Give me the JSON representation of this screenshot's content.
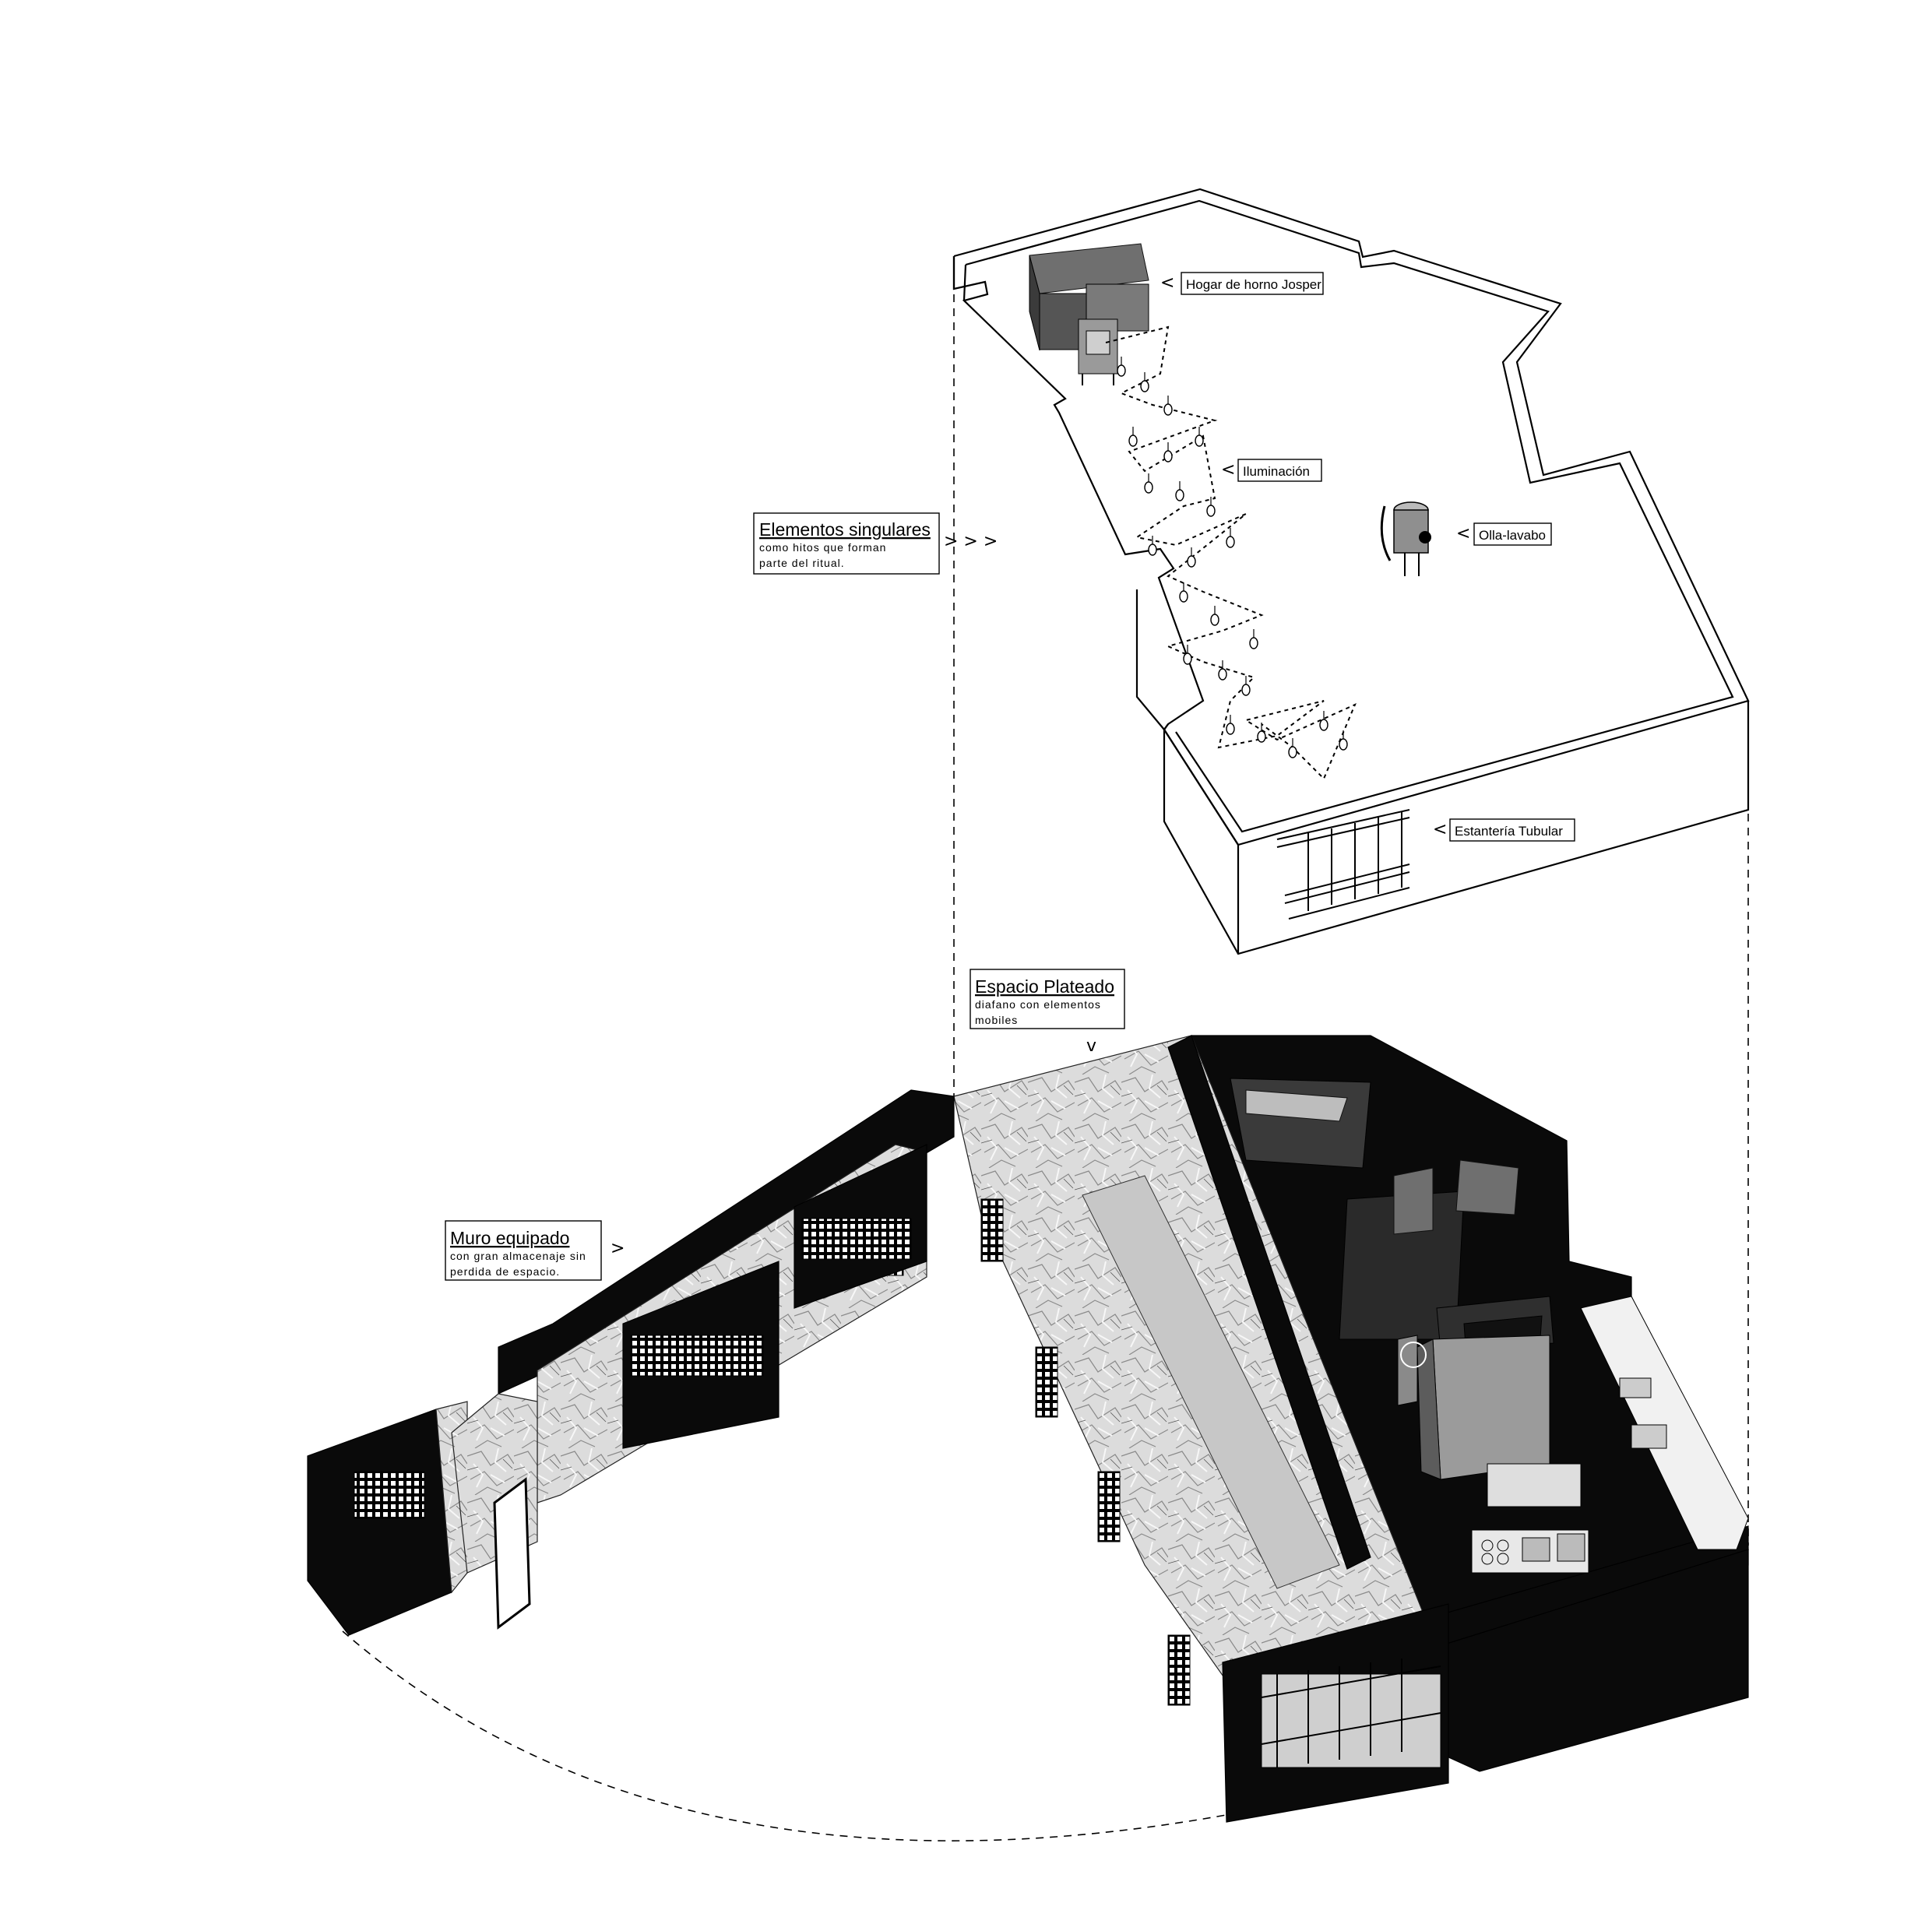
{
  "callouts": {
    "elementos": {
      "title": "Elementos singulares",
      "line1": "como hitos que forman",
      "line2": "parte del ritual.",
      "arrow": "> > >"
    },
    "espacio": {
      "title": "Espacio Plateado",
      "line1": "diafano con elementos",
      "line2": "mobiles",
      "arrow": "v"
    },
    "muro": {
      "title": "Muro equipado",
      "line1": "con gran almacenaje sin",
      "line2": "perdida de espacio.",
      "arrow": ">"
    }
  },
  "tags": {
    "hogar": {
      "label": "Hogar de horno Josper",
      "arrow": "<"
    },
    "iluminacion": {
      "label": "Iluminación",
      "arrow": "<"
    },
    "olla": {
      "label": "Olla-lavabo",
      "arrow": "<"
    },
    "estanteria": {
      "label": "Estantería Tubular",
      "arrow": "<"
    }
  },
  "icons": [
    "josper-oven-icon",
    "pendant-lamp-icon",
    "pot-sink-icon",
    "tubular-shelf-icon",
    "door-icon",
    "stove-icon"
  ],
  "colors": {
    "ink": "#000000",
    "wall_black": "#0a0a0a",
    "foil_silver": "#d9d9d9",
    "paper": "#ffffff"
  }
}
